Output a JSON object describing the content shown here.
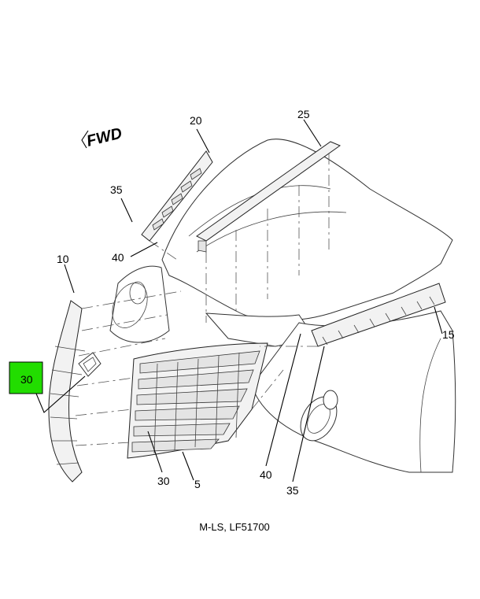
{
  "figure": {
    "direction_label": "FWD",
    "caption": "M-LS, LF51700",
    "highlight_color": "#22dd00",
    "callouts": [
      {
        "id": "c20",
        "text": "20"
      },
      {
        "id": "c25",
        "text": "25"
      },
      {
        "id": "c35a",
        "text": "35"
      },
      {
        "id": "c40a",
        "text": "40"
      },
      {
        "id": "c10",
        "text": "10"
      },
      {
        "id": "c30a",
        "text": "30",
        "highlighted": true
      },
      {
        "id": "c15",
        "text": "15"
      },
      {
        "id": "c30b",
        "text": "30"
      },
      {
        "id": "c5",
        "text": "5"
      },
      {
        "id": "c40b",
        "text": "40"
      },
      {
        "id": "c35b",
        "text": "35"
      }
    ]
  }
}
